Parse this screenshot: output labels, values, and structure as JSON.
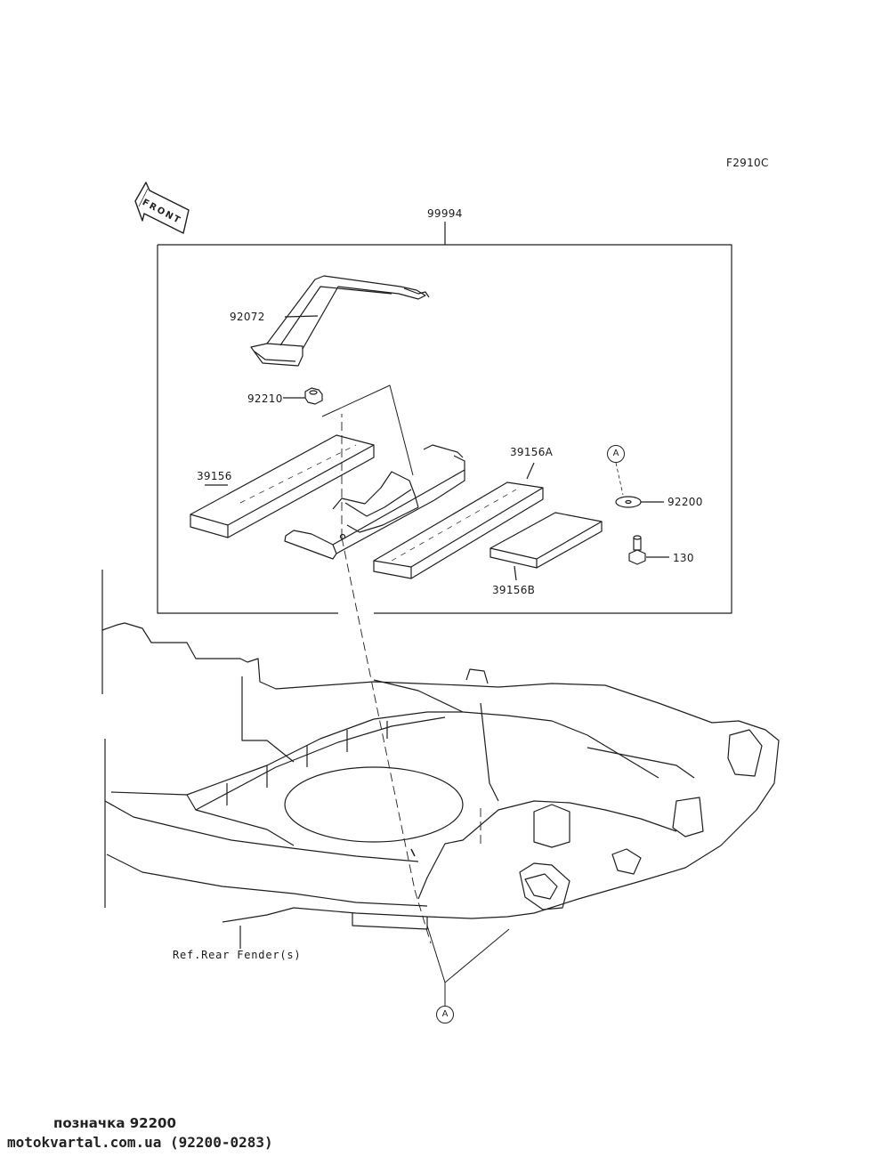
{
  "diagram_code": "F2910C",
  "front_label": "FRONT",
  "kit_number": "99994",
  "parts": {
    "strap": "92072",
    "nut": "92210",
    "foam_left": "39156",
    "foam_right_long": "39156A",
    "foam_right_short": "39156B",
    "washer": "92200",
    "bolt": "130"
  },
  "ref_label": "Ref.Rear Fender(s)",
  "connector_mark": "A",
  "footer": {
    "line1": "позначка 92200",
    "line2": "motokvartal.com.ua (92200-0283)"
  }
}
